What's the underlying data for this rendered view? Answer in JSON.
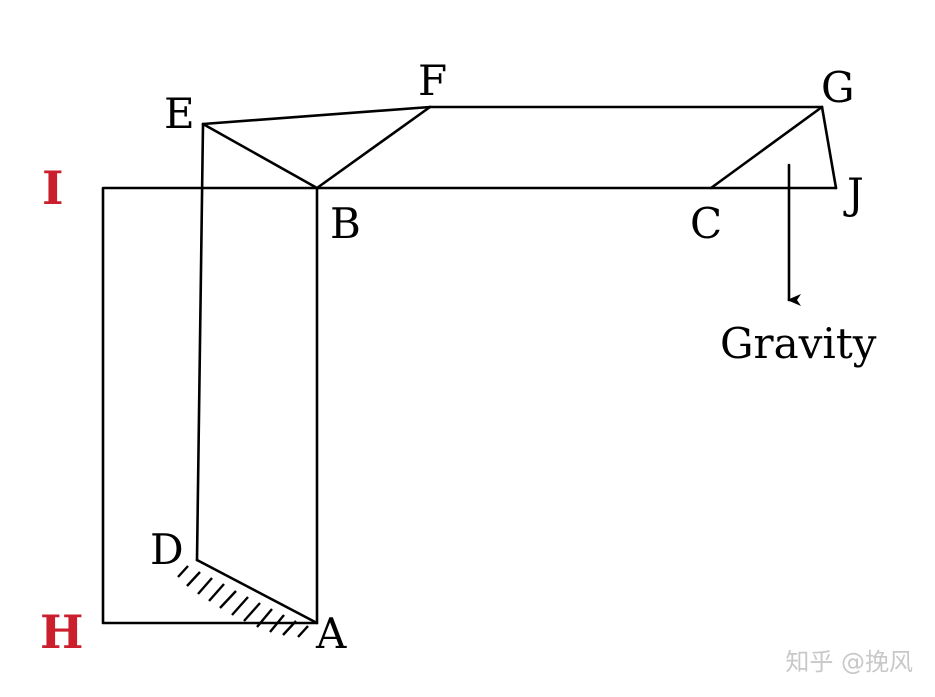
{
  "points": {
    "A": "A",
    "B": "B",
    "C": "C",
    "D": "D",
    "E": "E",
    "F": "F",
    "G": "G",
    "J": "J",
    "H": "H",
    "I": "I"
  },
  "force_label": "Gravity",
  "watermark": "知乎 @挽风",
  "colors": {
    "line": "#000000",
    "highlight_label": "#cc1f2d"
  },
  "icons": {
    "force_arrow": "arrow-down-icon",
    "ground_support": "hatched-ground-icon"
  }
}
